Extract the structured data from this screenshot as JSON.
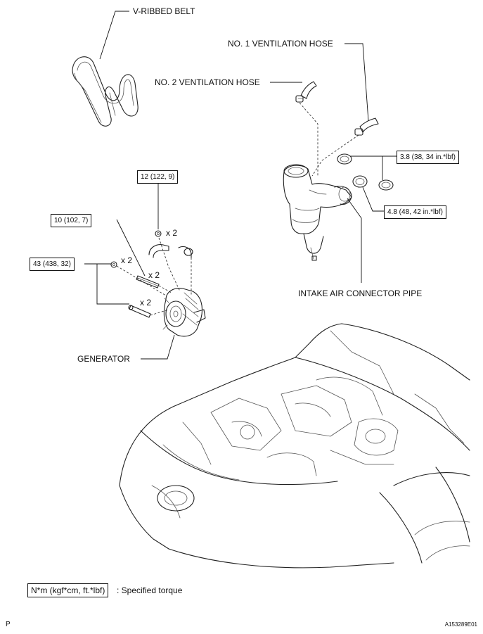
{
  "labels": {
    "v_ribbed_belt": "V-RIBBED BELT",
    "no1_ventilation_hose": "NO. 1 VENTILATION HOSE",
    "no2_ventilation_hose": "NO. 2 VENTILATION HOSE",
    "intake_air_connector_pipe": "INTAKE AIR CONNECTOR PIPE",
    "generator": "GENERATOR"
  },
  "torques": {
    "clamp_upper": "3.8 (38, 34 in.*lbf)",
    "clamp_lower": "4.8 (48, 42 in.*lbf)",
    "nut_top": "12 (122, 9)",
    "bolt_mid": "10 (102, 7)",
    "bolt_lower": "43 (438, 32)"
  },
  "multipliers": {
    "nut_top": "x 2",
    "bolt_left": "x 2",
    "bolt_mid": "x 2",
    "bolt_lower": "x 2"
  },
  "legend": {
    "unit": "N*m (kgf*cm, ft.*lbf)",
    "description": ": Specified torque"
  },
  "footer": {
    "page_code": "P",
    "figure_id": "A153289E01"
  }
}
